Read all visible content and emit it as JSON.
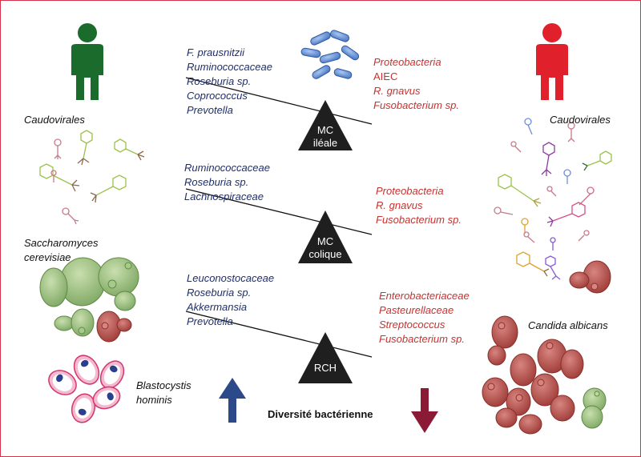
{
  "healthy_side": {
    "virus_label": "Caudovirales",
    "fungus_label_line1": "Saccharomyces",
    "fungus_label_line2": "cerevisiae",
    "protist_label_line1": "Blastocystis",
    "protist_label_line2": "hominis"
  },
  "disease_side": {
    "virus_label": "Caudovirales",
    "fungus_label": "Candida albicans"
  },
  "balances": [
    {
      "label_line1": "MC",
      "label_line2": "iléale",
      "left_taxa": [
        "F. prausnitzii",
        "Ruminococcaceae",
        "Roseburia sp.",
        "Coprococcus",
        "Prevotella"
      ],
      "right_taxa": [
        "Proteobacteria",
        "AIEC",
        "R. gnavus",
        "Fusobacterium sp."
      ]
    },
    {
      "label_line1": "MC",
      "label_line2": "colique",
      "left_taxa": [
        "Ruminococcaceae",
        "Roseburia sp.",
        "Lachnospiraceae"
      ],
      "right_taxa": [
        "Proteobacteria",
        "R. gnavus",
        "Fusobacterium sp."
      ]
    },
    {
      "label_line1": "RCH",
      "left_taxa": [
        "Leuconostocaceae",
        "Roseburia sp.",
        "Akkermansia",
        "Prevotella"
      ],
      "right_taxa": [
        "Enterobacteriaceae",
        "Pasteurellaceae",
        "Streptococcus",
        "Fusobacterium sp."
      ]
    }
  ],
  "footer": {
    "diversity_label": "Diversité bactérienne"
  },
  "colors": {
    "healthy_person": "#1a6b2c",
    "sick_person": "#e0202a",
    "left_text": "#1e2f6e",
    "right_text": "#c8322f",
    "up_arrow": "#2c4a8a",
    "down_arrow": "#8a1a35",
    "frame": "#d3324a"
  }
}
